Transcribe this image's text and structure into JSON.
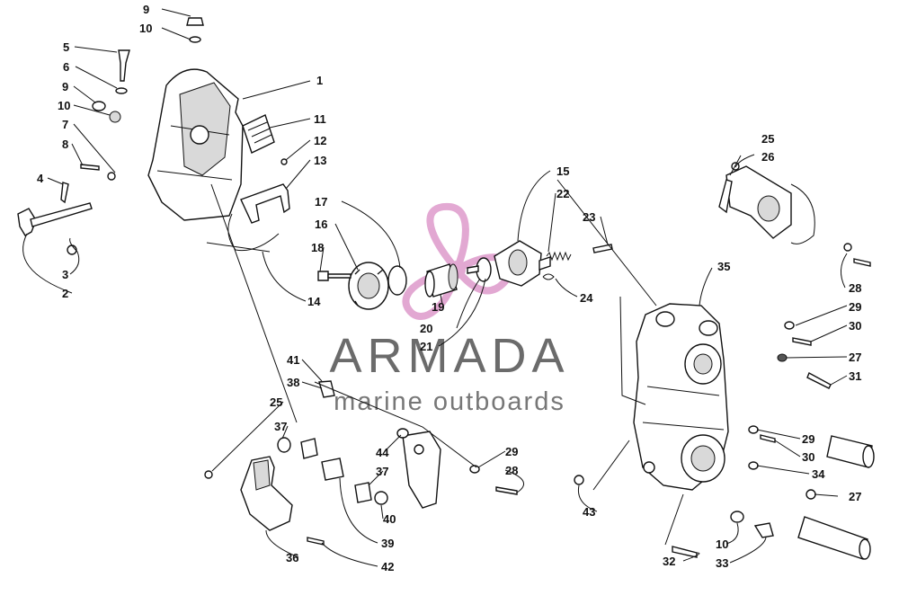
{
  "watermark": {
    "brand": "ARMADA",
    "tagline": "marine outboards",
    "logo_color": "#d98cc4",
    "text_color": "#6b6b6b"
  },
  "callouts": [
    "1",
    "2",
    "3",
    "4",
    "5",
    "6",
    "7",
    "8",
    "9",
    "10",
    "9",
    "10",
    "11",
    "12",
    "13",
    "14",
    "15",
    "16",
    "17",
    "18",
    "19",
    "20",
    "21",
    "22",
    "23",
    "24",
    "25",
    "26",
    "27",
    "27",
    "28",
    "29",
    "30",
    "31",
    "35",
    "29",
    "30",
    "34",
    "43",
    "32",
    "10",
    "33",
    "41",
    "38",
    "25",
    "37",
    "44",
    "29",
    "28",
    "37",
    "40",
    "39",
    "36",
    "42"
  ]
}
